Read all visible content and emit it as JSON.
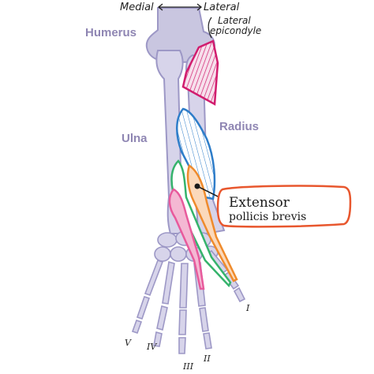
{
  "orientation": {
    "medial": "Medial",
    "lateral": "Lateral",
    "arrow": "←——→"
  },
  "bones": {
    "humerus": "Humerus",
    "ulna": "Ulna",
    "radius": "Radius"
  },
  "landmark": {
    "line1": "Lateral",
    "line2": "epicondyle"
  },
  "callout": {
    "line1": "Extensor",
    "line2": "pollicis brevis"
  },
  "fingers": [
    "I",
    "II",
    "III",
    "IV",
    "V"
  ],
  "colors": {
    "bone": "#c9c6e0",
    "bone_outline": "#9d98c6",
    "muscle_magenta": "#d11d6e",
    "muscle_blue": "#2e7dc9",
    "muscle_green": "#35b36c",
    "muscle_pink": "#e85a9c",
    "muscle_orange": "#ef8b2c",
    "callout_border": "#e8572e",
    "label_purple": "#8f86b3"
  }
}
